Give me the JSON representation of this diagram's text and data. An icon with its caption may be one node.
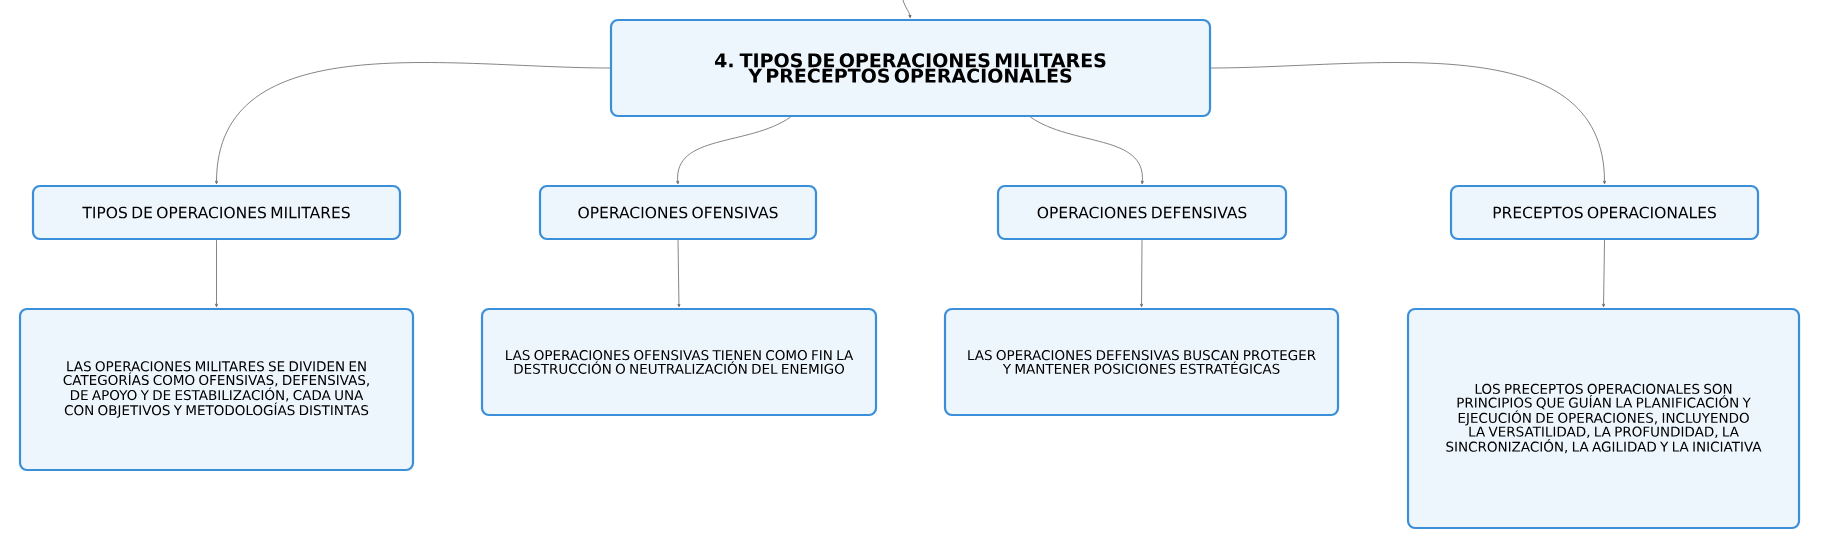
{
  "diagram": {
    "nodes": [
      {
        "text": [
          "4. TIPOS DE OPERACIONES MILITARES Y PRECEPTOS OPERACIONALES"
        ]
      },
      {
        "text": [
          "TIPOS DE OPERACIONES MILITARES"
        ]
      },
      {
        "text": [
          "OPERACIONES OFENSIVAS"
        ]
      },
      {
        "text": [
          "OPERACIONES DEFENSIVAS"
        ]
      },
      {
        "text": [
          "PRECEPTOS OPERACIONALES"
        ]
      },
      {
        "text": [
          "LAS OPERACIONES MILITARES SE DIVIDEN EN CATEGORÍAS COMO OFENSIVAS, DEFENSIVAS, DE APOYO Y DE ESTABILIZACIÓN, CADA UNA CON OBJETIVOS Y METODOLOGÍAS DISTINTAS"
        ]
      },
      {
        "text": [
          "LAS OPERACIONES OFENSIVAS TIENEN COMO FIN LA DESTRUCCIÓN O NEUTRALIZACIÓN DEL ENEMIGO"
        ]
      },
      {
        "text": [
          "LAS OPERACIONES DEFENSIVAS BUSCAN PROTEGER Y MANTENER POSICIONES ESTRATÉGICAS"
        ]
      },
      {
        "text": [
          "LOS PRECEPTOS OPERACIONALES SON PRINCIPIOS QUE GUÍAN LA PLANIFICACIÓN Y EJECUCIÓN DE OPERACIONES, INCLUYENDO LA VERSATILIDAD, LA PROFUNDIDAD, LA SINCRONIZACIÓN, LA AGILIDAD Y LA INICIATIVA"
        ]
      }
    ],
    "edges": [
      {
        "from": null,
        "to": 0,
        "arrow": "to"
      },
      {
        "from": 0,
        "to": 1,
        "arrow": "to"
      },
      {
        "from": 0,
        "to": 2,
        "arrow": "to"
      },
      {
        "from": 0,
        "to": 3,
        "arrow": "to"
      },
      {
        "from": 0,
        "to": 4,
        "arrow": "to"
      },
      {
        "from": 1,
        "to": 5,
        "arrow": "to"
      },
      {
        "from": 2,
        "to": 6,
        "arrow": "to"
      },
      {
        "from": 3,
        "to": 7,
        "arrow": "to"
      },
      {
        "from": 4,
        "to": 8,
        "arrow": "to"
      }
    ]
  }
}
